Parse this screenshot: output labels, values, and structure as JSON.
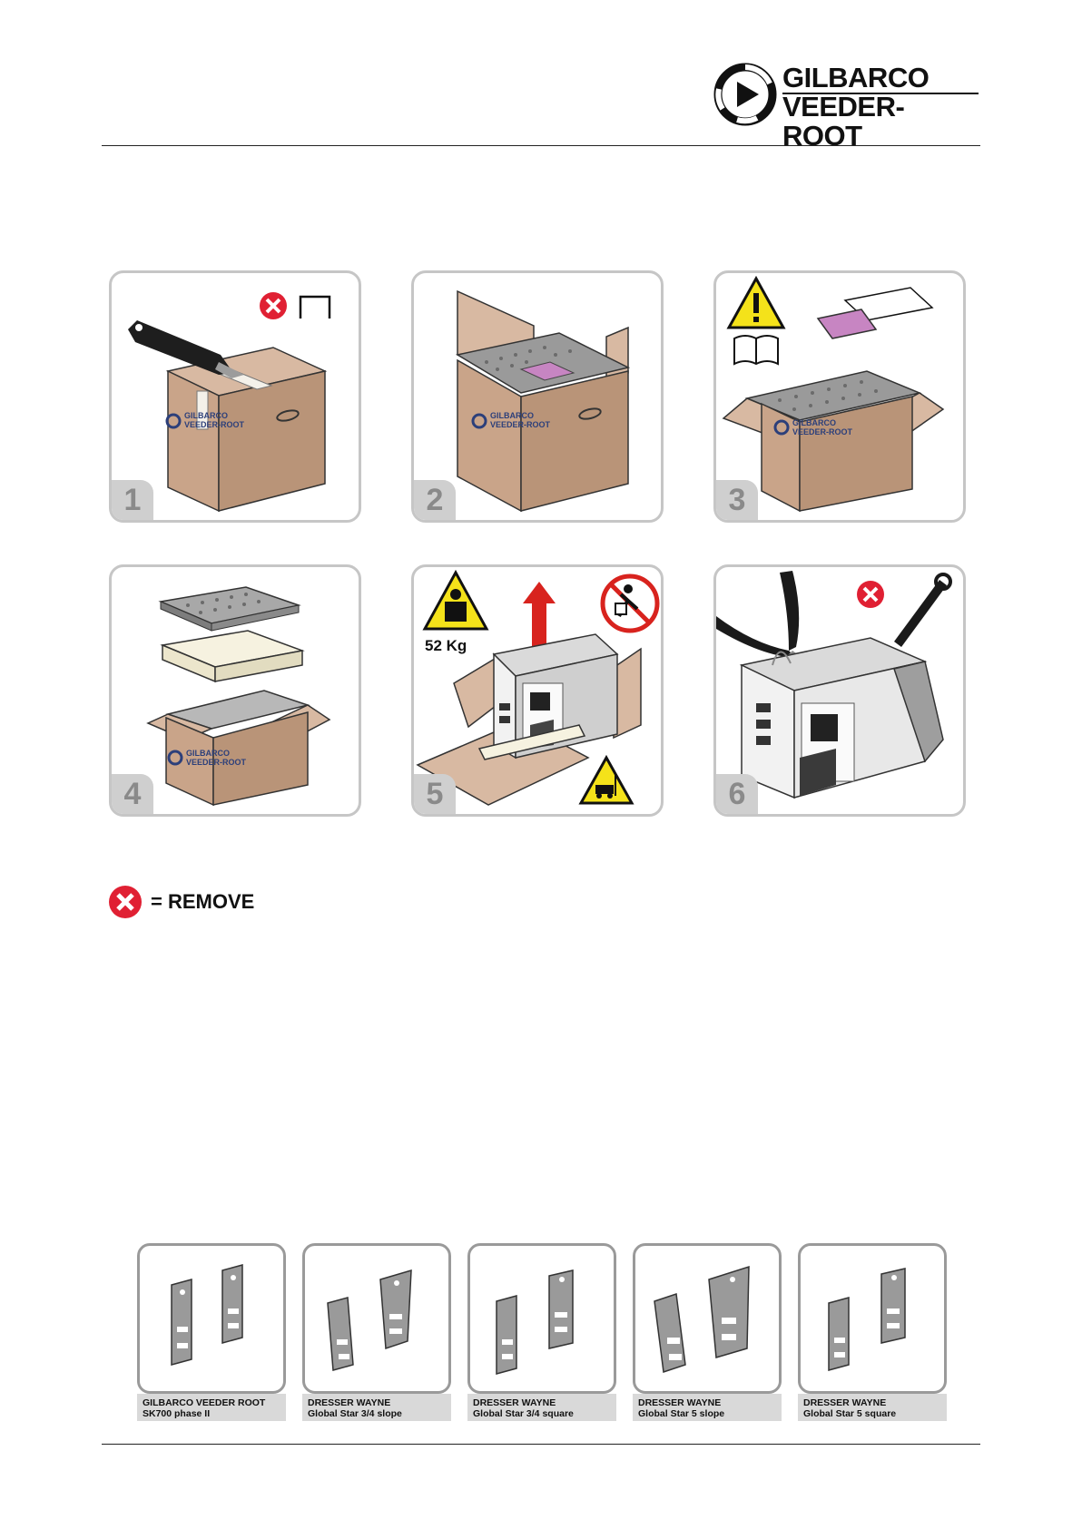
{
  "header": {
    "brand_line1": "GILBARCO",
    "brand_line2": "VEEDER-ROOT"
  },
  "steps": [
    {
      "number": "1",
      "box_logo_line1": "GILBARCO",
      "box_logo_line2": "VEEDER-ROOT"
    },
    {
      "number": "2",
      "box_logo_line1": "GILBARCO",
      "box_logo_line2": "VEEDER-ROOT"
    },
    {
      "number": "3",
      "box_logo_line1": "GILBARCO",
      "box_logo_line2": "VEEDER-ROOT"
    },
    {
      "number": "4",
      "box_logo_line1": "GILBARCO",
      "box_logo_line2": "VEEDER-ROOT"
    },
    {
      "number": "5",
      "weight": "52 Kg"
    },
    {
      "number": "6"
    }
  ],
  "legend": {
    "text": "= REMOVE",
    "icon": "remove-x-icon",
    "color": "#e02033"
  },
  "brackets": [
    {
      "line1": "GILBARCO VEEDER ROOT",
      "line2": "SK700 phase II"
    },
    {
      "line1": "DRESSER WAYNE",
      "line2": "Global Star 3/4 slope"
    },
    {
      "line1": "DRESSER WAYNE",
      "line2": "Global Star 3/4 square"
    },
    {
      "line1": "DRESSER WAYNE",
      "line2": "Global Star 5 slope"
    },
    {
      "line1": "DRESSER WAYNE",
      "line2": "Global Star 5 square"
    }
  ],
  "colors": {
    "cardboard": "#c9a489",
    "cardboard_dark": "#a98268",
    "warning_yellow": "#f4e21a",
    "remove_red": "#e02033",
    "panel_border": "#c6c6c6"
  }
}
